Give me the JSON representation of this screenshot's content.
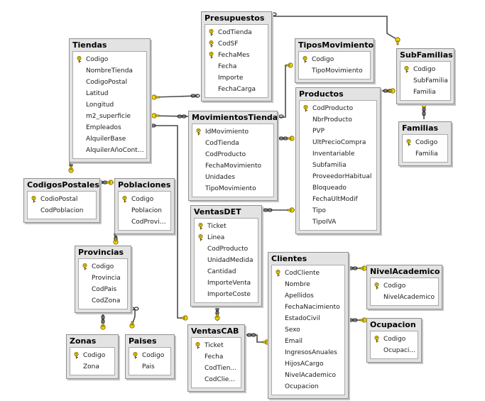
{
  "tables": [
    {
      "id": "presupuestos",
      "title": "Presupuestos",
      "rows": [
        {
          "name": "CodTienda",
          "key": true
        },
        {
          "name": "CodSF",
          "key": true
        },
        {
          "name": "FechaMes",
          "key": true
        },
        {
          "name": "Fecha",
          "key": false
        },
        {
          "name": "Importe",
          "key": false
        },
        {
          "name": "FechaCarga",
          "key": false
        }
      ]
    },
    {
      "id": "tiendas",
      "title": "Tiendas",
      "rows": [
        {
          "name": "Codigo",
          "key": true
        },
        {
          "name": "NombreTienda",
          "key": false
        },
        {
          "name": "CodigoPostal",
          "key": false
        },
        {
          "name": "Latitud",
          "key": false
        },
        {
          "name": "Longitud",
          "key": false
        },
        {
          "name": "m2_superficie",
          "key": false
        },
        {
          "name": "Empleados",
          "key": false
        },
        {
          "name": "AlquilerBase",
          "key": false
        },
        {
          "name": "AlquilerAñoContr...",
          "key": false
        }
      ]
    },
    {
      "id": "tiposmovimientos",
      "title": "TiposMovimientos",
      "rows": [
        {
          "name": "Codigo",
          "key": true
        },
        {
          "name": "TipoMovimiento",
          "key": false
        }
      ]
    },
    {
      "id": "subfamilias",
      "title": "SubFamilias",
      "rows": [
        {
          "name": "Codigo",
          "key": true
        },
        {
          "name": "SubFamilia",
          "key": false
        },
        {
          "name": "Familia",
          "key": false
        }
      ]
    },
    {
      "id": "productos",
      "title": "Productos",
      "rows": [
        {
          "name": "CodProducto",
          "key": true
        },
        {
          "name": "NbrProducto",
          "key": false
        },
        {
          "name": "PVP",
          "key": false
        },
        {
          "name": "UltPrecioCompra",
          "key": false
        },
        {
          "name": "Inventariable",
          "key": false
        },
        {
          "name": "Subfamilia",
          "key": false
        },
        {
          "name": "ProveedorHabitual",
          "key": false
        },
        {
          "name": "Bloqueado",
          "key": false
        },
        {
          "name": "FechaUltModif",
          "key": false
        },
        {
          "name": "Tipo",
          "key": false
        },
        {
          "name": "TipoIVA",
          "key": false
        }
      ]
    },
    {
      "id": "familias",
      "title": "Familias",
      "rows": [
        {
          "name": "Codigo",
          "key": true
        },
        {
          "name": "Familia",
          "key": false
        }
      ]
    },
    {
      "id": "movimientostiendas",
      "title": "MovimientosTiendas",
      "rows": [
        {
          "name": "IdMovimiento",
          "key": true
        },
        {
          "name": "CodTienda",
          "key": false
        },
        {
          "name": "CodProducto",
          "key": false
        },
        {
          "name": "FechaMovimiento",
          "key": false
        },
        {
          "name": "Unidades",
          "key": false
        },
        {
          "name": "TipoMovimiento",
          "key": false
        }
      ]
    },
    {
      "id": "codigospostales",
      "title": "CodigosPostales",
      "rows": [
        {
          "name": "CodioPostal",
          "key": true
        },
        {
          "name": "CodPoblacion",
          "key": false
        }
      ]
    },
    {
      "id": "poblaciones",
      "title": "Poblaciones",
      "rows": [
        {
          "name": "Codigo",
          "key": true
        },
        {
          "name": "Poblacion",
          "key": false
        },
        {
          "name": "CodProvincia",
          "key": false
        }
      ]
    },
    {
      "id": "ventasdet",
      "title": "VentasDET",
      "rows": [
        {
          "name": "Ticket",
          "key": true
        },
        {
          "name": "Linea",
          "key": true
        },
        {
          "name": "CodProducto",
          "key": false
        },
        {
          "name": "UnidadMedida",
          "key": false
        },
        {
          "name": "Cantidad",
          "key": false
        },
        {
          "name": "ImporteVenta",
          "key": false
        },
        {
          "name": "ImporteCoste",
          "key": false
        }
      ]
    },
    {
      "id": "provincias",
      "title": "Provincias",
      "rows": [
        {
          "name": "Codigo",
          "key": true
        },
        {
          "name": "Provincia",
          "key": false
        },
        {
          "name": "CodPais",
          "key": false
        },
        {
          "name": "CodZona",
          "key": false
        }
      ]
    },
    {
      "id": "clientes",
      "title": "Clientes",
      "rows": [
        {
          "name": "CodCliente",
          "key": true
        },
        {
          "name": "Nombre",
          "key": false
        },
        {
          "name": "Apellidos",
          "key": false
        },
        {
          "name": "FechaNacimiento",
          "key": false
        },
        {
          "name": "EstadoCivil",
          "key": false
        },
        {
          "name": "Sexo",
          "key": false
        },
        {
          "name": "Email",
          "key": false
        },
        {
          "name": "IngresosAnuales",
          "key": false
        },
        {
          "name": "HijosACargo",
          "key": false
        },
        {
          "name": "NivelAcademico",
          "key": false
        },
        {
          "name": "Ocupacion",
          "key": false
        }
      ]
    },
    {
      "id": "nivelacademico",
      "title": "NivelAcademico",
      "rows": [
        {
          "name": "Codigo",
          "key": true
        },
        {
          "name": "NivelAcademico",
          "key": false
        }
      ]
    },
    {
      "id": "ocupacion",
      "title": "Ocupacion",
      "rows": [
        {
          "name": "Codigo",
          "key": true
        },
        {
          "name": "Ocupaci...",
          "key": false
        }
      ]
    },
    {
      "id": "zonas",
      "title": "Zonas",
      "rows": [
        {
          "name": "Codigo",
          "key": true
        },
        {
          "name": "Zona",
          "key": false
        }
      ]
    },
    {
      "id": "paises",
      "title": "Paises",
      "rows": [
        {
          "name": "Codigo",
          "key": true
        },
        {
          "name": "Pais",
          "key": false
        }
      ]
    },
    {
      "id": "ventascab",
      "title": "VentasCAB",
      "rows": [
        {
          "name": "Ticket",
          "key": true
        },
        {
          "name": "Fecha",
          "key": false
        },
        {
          "name": "CodTien...",
          "key": false
        },
        {
          "name": "CodClie...",
          "key": false
        }
      ]
    }
  ],
  "relationships": [
    {
      "from": "tiendas",
      "to": "presupuestos"
    },
    {
      "from": "subfamilias",
      "to": "presupuestos"
    },
    {
      "from": "tiendas",
      "to": "movimientostiendas"
    },
    {
      "from": "tiposmovimientos",
      "to": "movimientostiendas"
    },
    {
      "from": "productos",
      "to": "movimientostiendas"
    },
    {
      "from": "subfamilias",
      "to": "productos"
    },
    {
      "from": "familias",
      "to": "subfamilias"
    },
    {
      "from": "codigospostales",
      "to": "tiendas"
    },
    {
      "from": "poblaciones",
      "to": "codigospostales"
    },
    {
      "from": "provincias",
      "to": "poblaciones"
    },
    {
      "from": "zonas",
      "to": "provincias"
    },
    {
      "from": "paises",
      "to": "provincias"
    },
    {
      "from": "productos",
      "to": "ventasdet"
    },
    {
      "from": "ventascab",
      "to": "ventasdet"
    },
    {
      "from": "tiendas",
      "to": "ventascab"
    },
    {
      "from": "clientes",
      "to": "ventascab"
    },
    {
      "from": "nivelacademico",
      "to": "clientes"
    },
    {
      "from": "ocupacion",
      "to": "clientes"
    }
  ],
  "colors": {
    "key_icon": "#e8c800",
    "connector": "#4a4a4a",
    "title_bar": "#e3e3e3"
  }
}
